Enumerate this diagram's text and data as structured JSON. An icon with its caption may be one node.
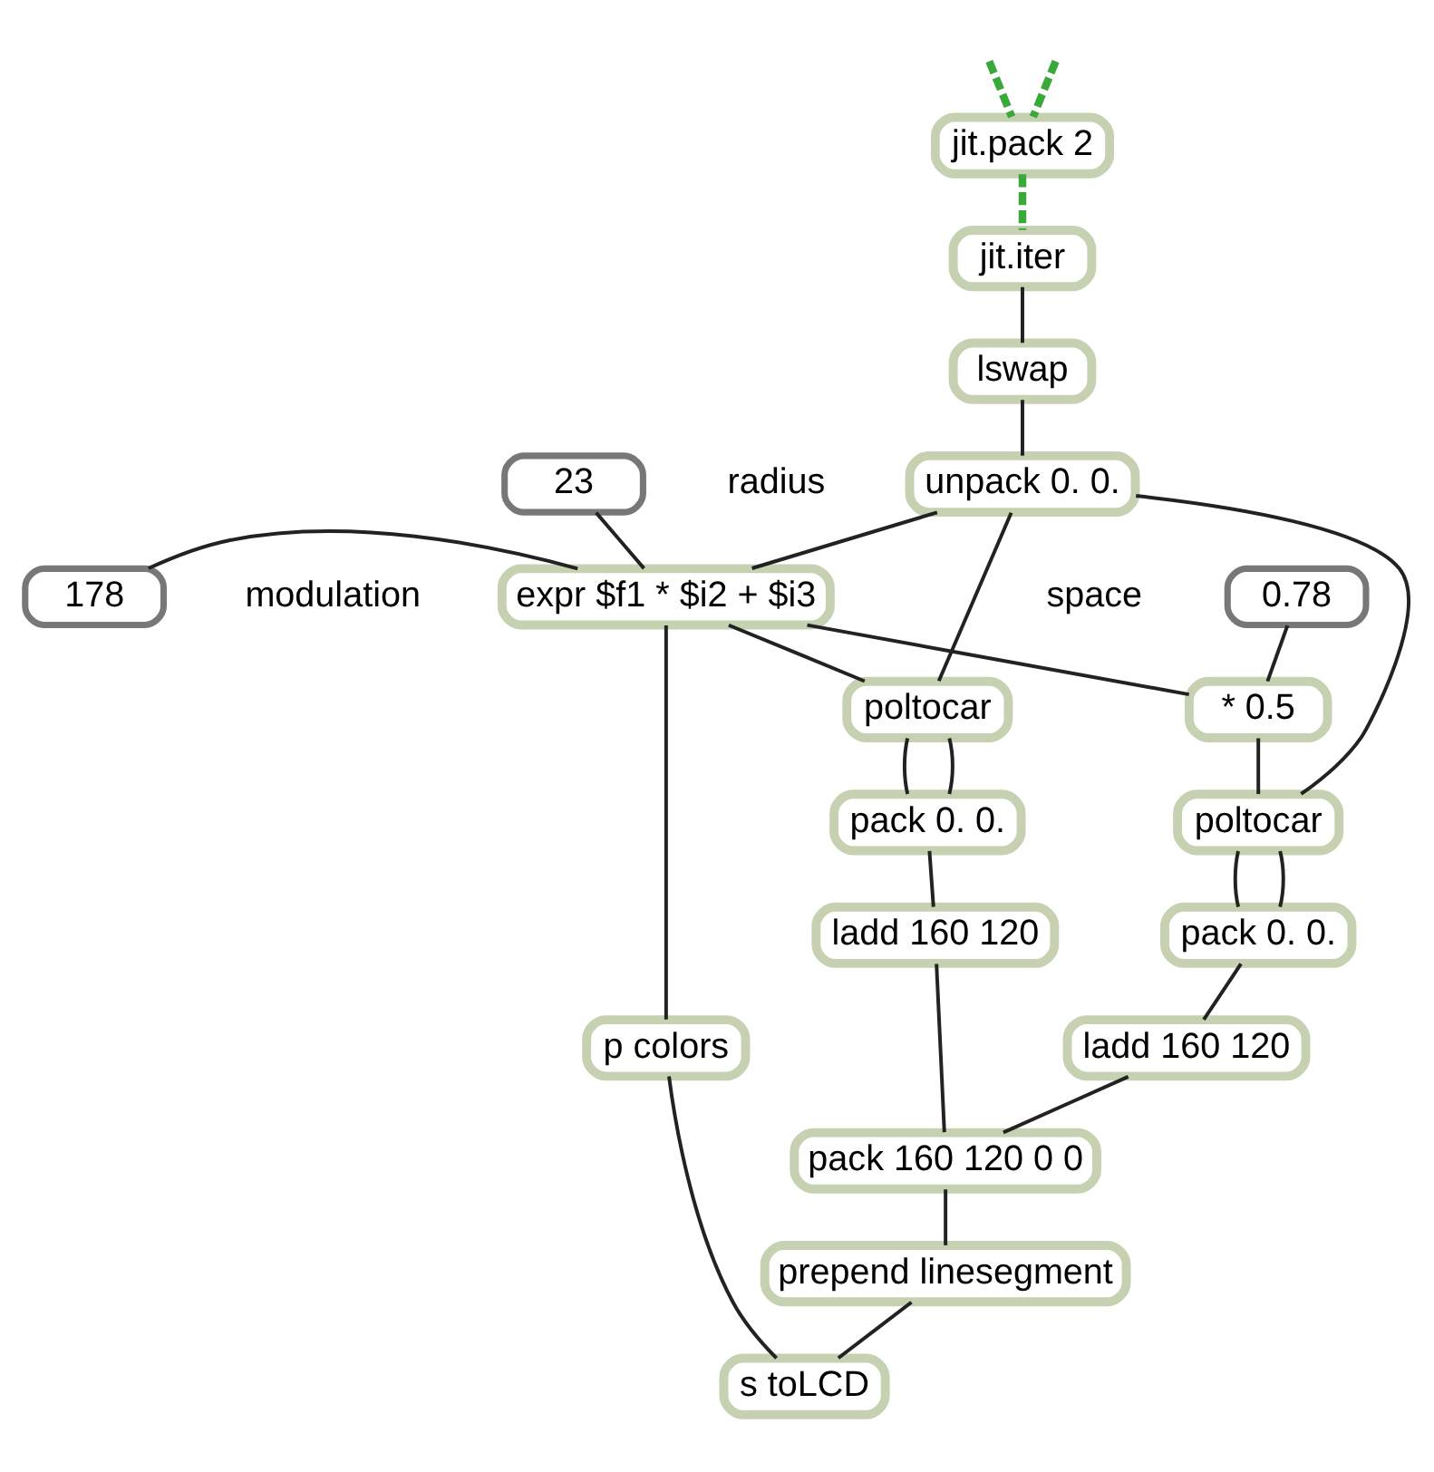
{
  "diagram": {
    "nodes": [
      {
        "text": [
          "jit.pack 2"
        ]
      },
      {
        "text": [
          "jit.iter"
        ]
      },
      {
        "text": [
          "lswap"
        ]
      },
      {
        "text": [
          "unpack 0. 0."
        ]
      },
      {
        "text": [
          "178"
        ],
        "beside": [
          "modulation"
        ]
      },
      {
        "text": [
          "23"
        ],
        "beside": [
          "radius"
        ]
      },
      {
        "text": [
          "0.78"
        ],
        "beside": [
          "space"
        ]
      },
      {
        "text": [
          "expr $f1 * $i2 + $i3"
        ]
      },
      {
        "text": [
          "* 0.5"
        ]
      },
      {
        "text": [
          "poltocar"
        ]
      },
      {
        "text": [
          "poltocar"
        ]
      },
      {
        "text": [
          "p colors"
        ]
      },
      {
        "text": [
          "pack 0. 0."
        ]
      },
      {
        "text": [
          "pack 0. 0."
        ]
      },
      {
        "text": [
          "ladd 160 120"
        ]
      },
      {
        "text": [
          "ladd 160 120"
        ]
      },
      {
        "text": [
          "pack 160 120 0 0"
        ]
      },
      {
        "text": [
          "prepend linesegment"
        ]
      },
      {
        "text": [
          "s toLCD"
        ]
      }
    ],
    "edges": [
      {
        "from": null,
        "to": 0,
        "arrow": "none",
        "style": "dashed",
        "color": "#3aa83a"
      },
      {
        "from": null,
        "to": 0,
        "arrow": "none",
        "style": "dashed",
        "color": "#3aa83a"
      },
      {
        "from": 0,
        "to": 1,
        "arrow": "none",
        "style": "dashed",
        "color": "#3aa83a"
      },
      {
        "from": 1,
        "to": 2,
        "arrow": "none"
      },
      {
        "from": 2,
        "to": 3,
        "arrow": "none"
      },
      {
        "from": 3,
        "to": 7,
        "arrow": "none"
      },
      {
        "from": 4,
        "to": 7,
        "arrow": "none"
      },
      {
        "from": 5,
        "to": 7,
        "arrow": "none"
      },
      {
        "from": 3,
        "to": 9,
        "arrow": "none"
      },
      {
        "from": 3,
        "to": 10,
        "arrow": "none"
      },
      {
        "from": 6,
        "to": 8,
        "arrow": "none"
      },
      {
        "from": 7,
        "to": 8,
        "arrow": "none"
      },
      {
        "from": 7,
        "to": 11,
        "arrow": "none"
      },
      {
        "from": 7,
        "to": 10,
        "arrow": "none"
      },
      {
        "from": 8,
        "to": 9,
        "arrow": "none"
      },
      {
        "from": 9,
        "to": 12,
        "arrow": "none"
      },
      {
        "from": 9,
        "to": 12,
        "arrow": "none"
      },
      {
        "from": 10,
        "to": 13,
        "arrow": "none"
      },
      {
        "from": 10,
        "to": 13,
        "arrow": "none"
      },
      {
        "from": 12,
        "to": 14,
        "arrow": "none"
      },
      {
        "from": 13,
        "to": 15,
        "arrow": "none"
      },
      {
        "from": 14,
        "to": 16,
        "arrow": "none"
      },
      {
        "from": 15,
        "to": 16,
        "arrow": "none"
      },
      {
        "from": 16,
        "to": 17,
        "arrow": "none"
      },
      {
        "from": 17,
        "to": 18,
        "arrow": "none"
      },
      {
        "from": 11,
        "to": 18,
        "arrow": "none"
      }
    ]
  }
}
